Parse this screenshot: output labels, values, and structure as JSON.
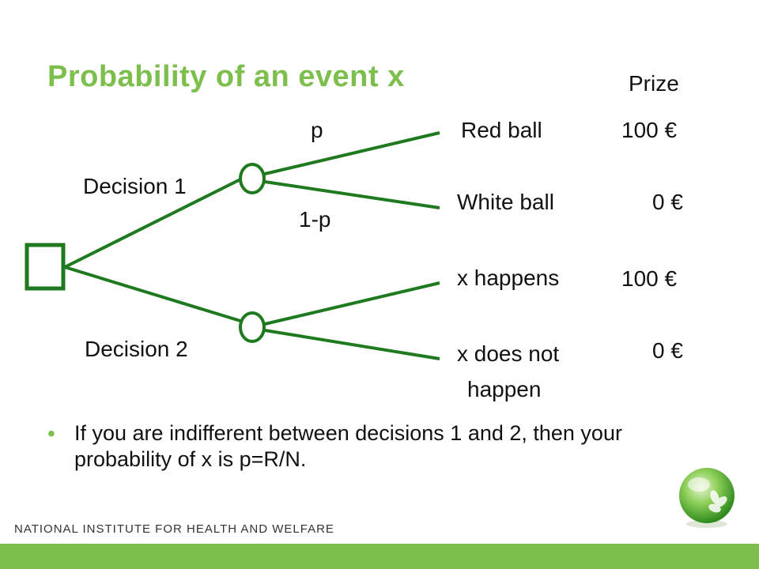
{
  "slide": {
    "title": "Probability of an event x",
    "prize_header": "Prize"
  },
  "tree": {
    "decisions": [
      {
        "label": "Decision 1"
      },
      {
        "label": "Decision 2"
      }
    ],
    "probabilities": {
      "p": "p",
      "one_minus_p": "1-p"
    },
    "outcomes": [
      {
        "label": "Red ball",
        "prize": "100 €"
      },
      {
        "label": "White ball",
        "prize": "0 €"
      },
      {
        "label": "x happens",
        "prize": "100 €"
      },
      {
        "label_line1": "x does not",
        "label_line2": "happen",
        "prize": "0 €"
      }
    ],
    "colors": {
      "branch": "#1f7a1f",
      "title": "#7dbf4c"
    }
  },
  "bullet": {
    "text": "If you are indifferent between decisions 1 and 2, then your probability of x is p=R/N."
  },
  "footer": {
    "organization": "NATIONAL INSTITUTE FOR HEALTH AND WELFARE"
  }
}
